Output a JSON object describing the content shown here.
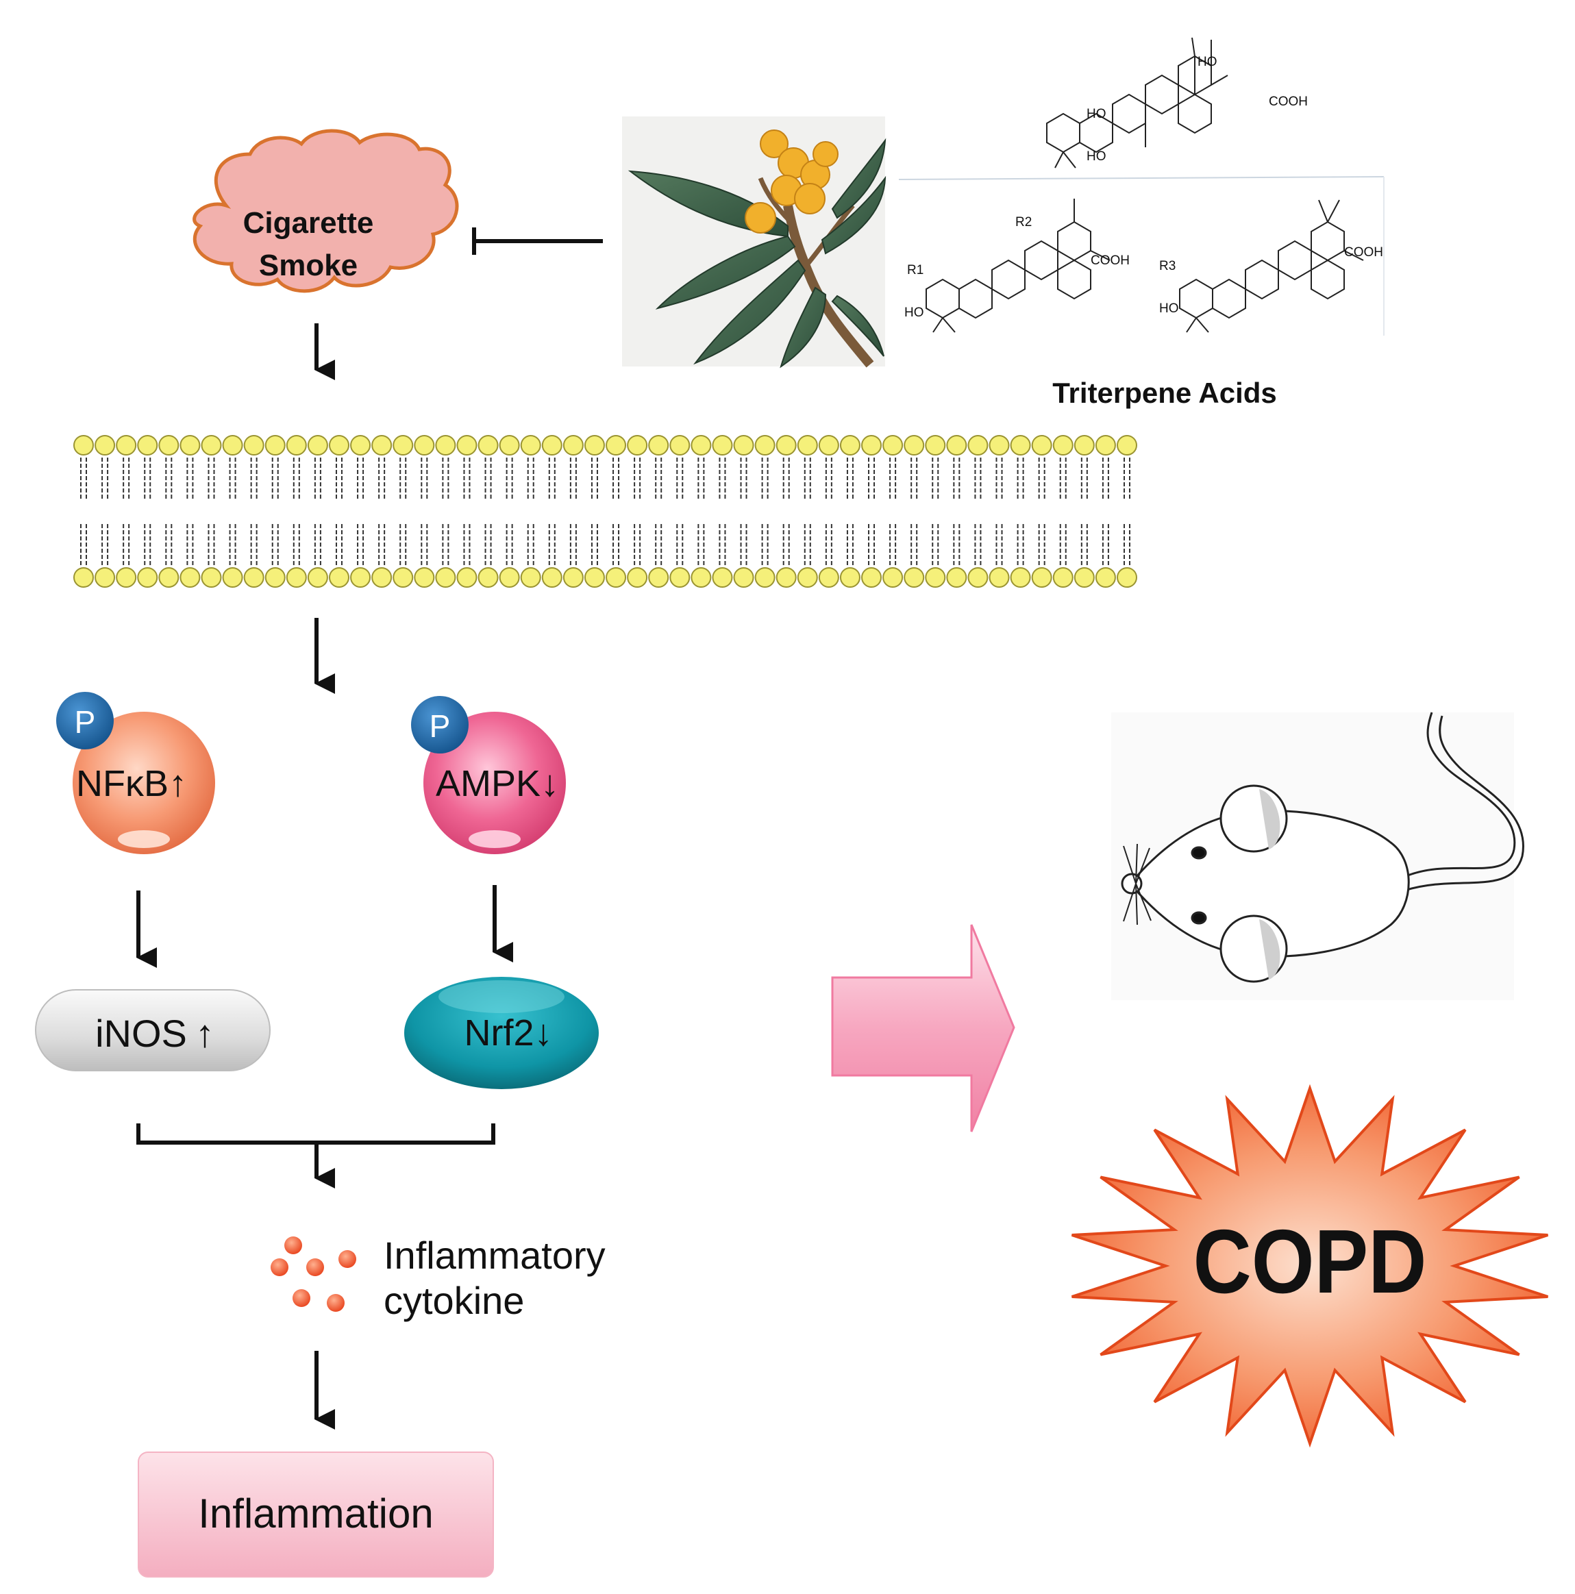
{
  "smoke": {
    "line1": "Cigarette",
    "line2": "Smoke"
  },
  "compounds": {
    "caption": "Triterpene Acids",
    "labels": {
      "ho": "HO",
      "cooh": "COOH",
      "r1": "R1",
      "r2": "R2",
      "r3": "R3"
    }
  },
  "phospho_label": "P",
  "nfkb": {
    "label": "NFκB",
    "arrow": "↑"
  },
  "ampk": {
    "label": "AMPK",
    "arrow": "↓"
  },
  "inos": {
    "label": "iNOS",
    "arrow": "↑"
  },
  "nrf2": {
    "label": "Nrf2",
    "arrow": "↓"
  },
  "cytokine": {
    "line1": "Inflammatory",
    "line2": "cytokine"
  },
  "inflammation": {
    "label": "Inflammation"
  },
  "copd": {
    "label": "COPD"
  },
  "membrane": {
    "head_count": 50
  },
  "colors": {
    "smoke_fill": "#f2b1ad",
    "smoke_stroke": "#d9732e",
    "lipid_head": "#f5f07a",
    "nfkb": "#f39a76",
    "ampk": "#ec5f8e",
    "phospho": "#1f6aa8",
    "inos": "#dcdcdc",
    "nrf2": "#119aaa",
    "cytokine_dot": "#f0532a",
    "inflammation_box": "#f7c3cf",
    "big_arrow": "#f6a3bd",
    "copd_burst": "#f2541f"
  }
}
